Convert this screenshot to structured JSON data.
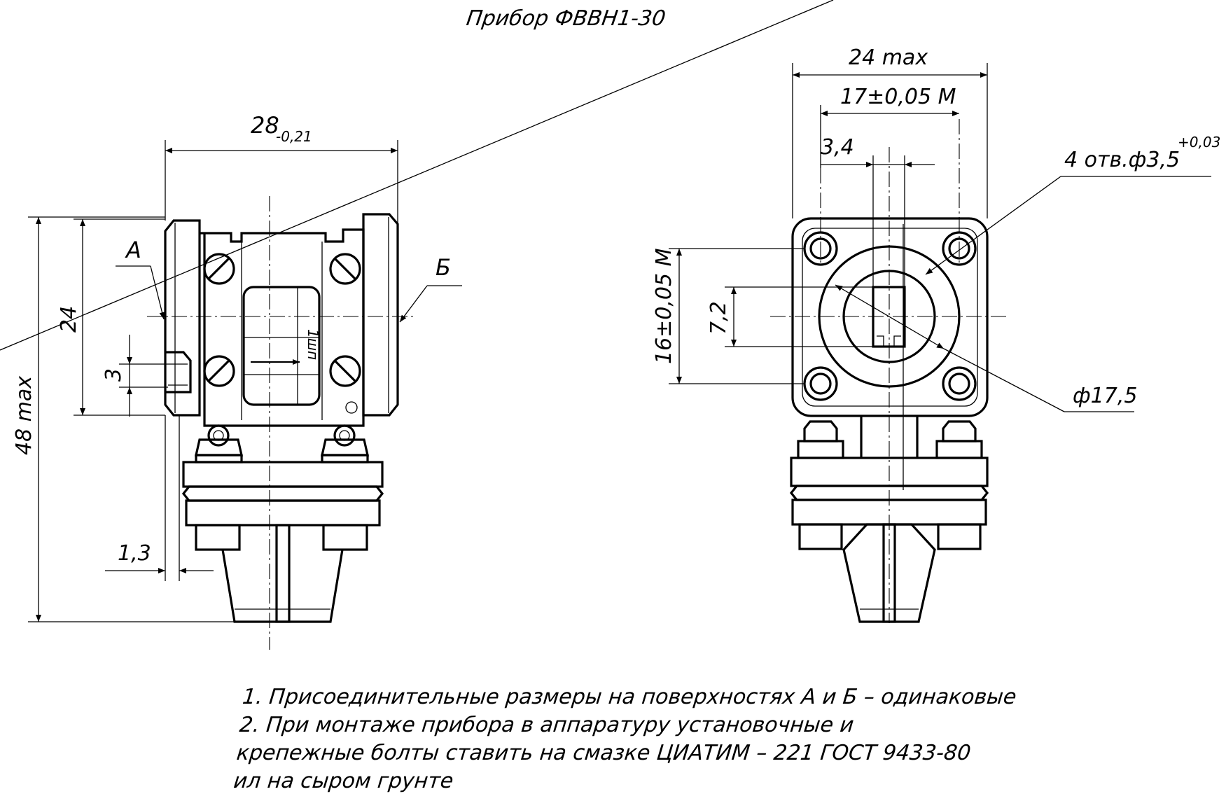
{
  "title": "Прибор ФВВН1-30",
  "side_view": {
    "dim_width": "28",
    "dim_width_tol": "-0,21",
    "dim_height_max": "48 max",
    "dim_height": "24",
    "dim_slot": "3",
    "dim_offset": "1,3",
    "label_a": "А",
    "label_b": "Б",
    "body_mark": "1шп"
  },
  "front_view": {
    "dim_width_max": "24 max",
    "dim_hole_spacing_h": "17±0,05 М",
    "dim_hole_spacing_v": "16±0,05 М",
    "dim_small": "3,4",
    "dim_inner": "7,2",
    "holes_callout": "4 отв.ф3,5",
    "holes_tol": "+0,03",
    "dim_diameter": "ф17,5"
  },
  "notes": [
    "1. Присоединительные размеры на поверхностях А и Б – одинаковые",
    "2. При монтаже прибора в аппаратуру установочные и",
    "крепежные болты ставить на смазке ЦИАТИМ – 221 ГОСТ 9433-80",
    "ил на сыром грунте"
  ]
}
